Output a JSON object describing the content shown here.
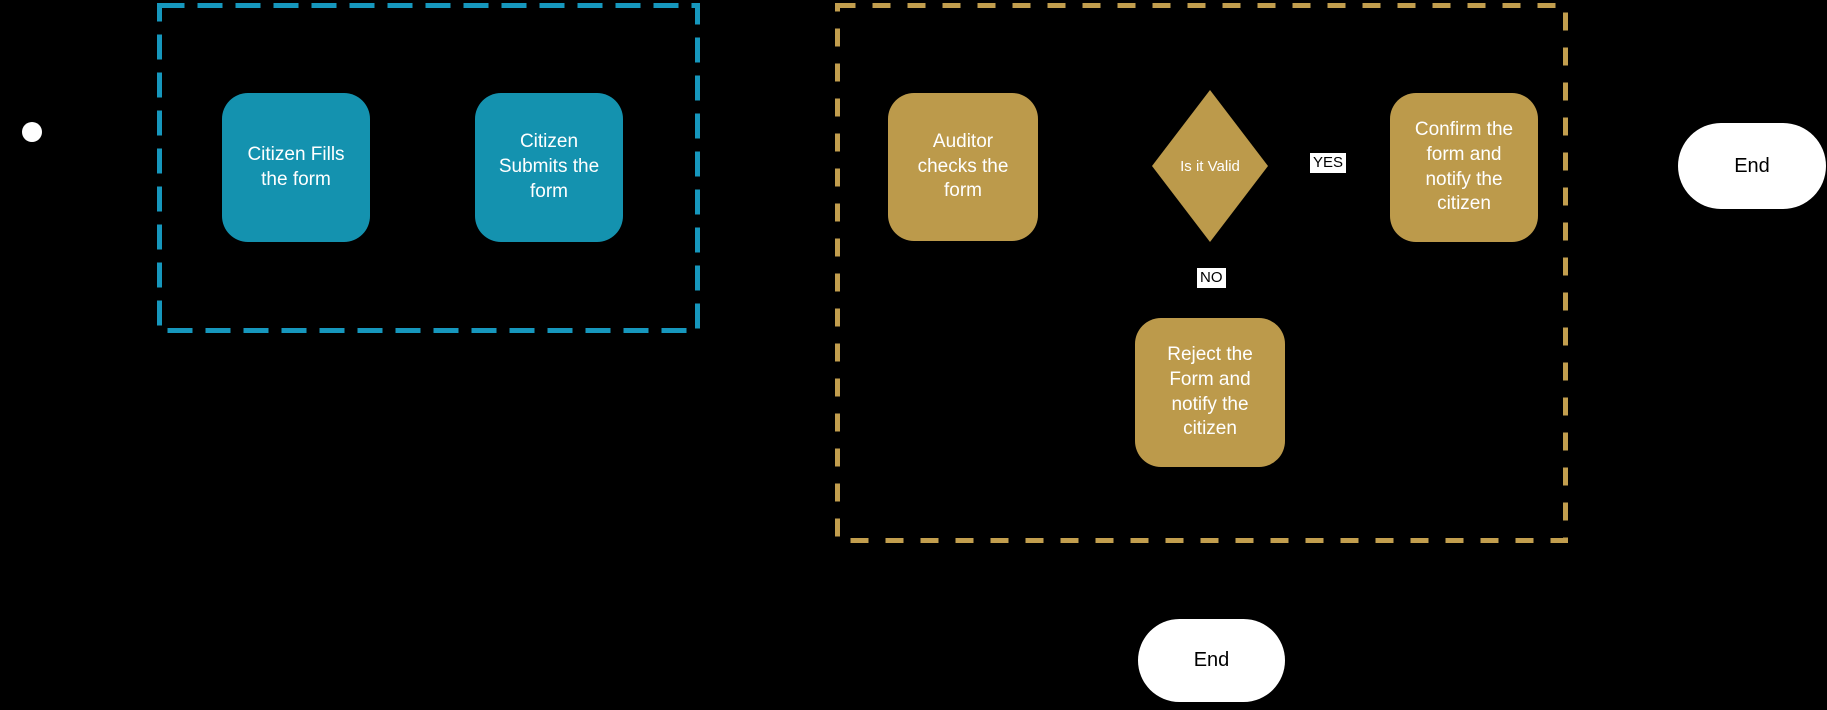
{
  "diagram": {
    "type": "flowchart-with-swimlanes",
    "background": "#000000"
  },
  "colors": {
    "citizen_fill": "#1492AF",
    "citizen_border": "#1697BD",
    "auditor_fill": "#BC9A4B",
    "auditor_border": "#C29E4E",
    "terminal_fill": "#FFFFFF",
    "terminal_text": "#000000",
    "node_text": "#FFFFFF",
    "edge_label_bg": "#FFFFFF",
    "edge_label_text": "#000000",
    "start_dot": "#FFFFFF"
  },
  "nodes": {
    "citizen_fills": {
      "label": "Citizen Fills\nthe form"
    },
    "citizen_submits": {
      "label": "Citizen\nSubmits the\nform"
    },
    "auditor_checks": {
      "label": "Auditor\nchecks the\nform"
    },
    "is_it_valid": {
      "label": "Is it Valid"
    },
    "confirm": {
      "label": "Confirm the\nform and\nnotify the\ncitizen"
    },
    "reject": {
      "label": "Reject the\nForm and\nnotify the\ncitizen"
    }
  },
  "edge_labels": {
    "yes": "YES",
    "no": "NO"
  },
  "terminals": {
    "end_right": {
      "label": "End"
    },
    "end_bottom": {
      "label": "End"
    }
  }
}
